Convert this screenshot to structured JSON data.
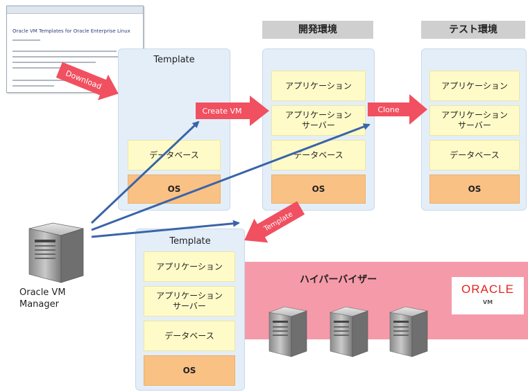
{
  "browser": {
    "page_title": "Oracle VM Templates for Oracle Enterprise Linux"
  },
  "template_panel": {
    "title": "Template",
    "db": "データベース",
    "os": "OS"
  },
  "dev_env": {
    "header": "開発環境",
    "app": "アプリケーション",
    "appserver": "アプリケーション\nサーバー",
    "db": "データベース",
    "os": "OS"
  },
  "test_env": {
    "header": "テスト環境",
    "app": "アプリケーション",
    "appserver": "アプリケーション\nサーバー",
    "db": "データベース",
    "os": "OS"
  },
  "bottom_template": {
    "title": "Template",
    "app": "アプリケーション",
    "appserver": "アプリケーション\nサーバー",
    "db": "データベース",
    "os": "OS"
  },
  "arrows": {
    "download": "Download",
    "create_vm": "Create VM",
    "clone": "Clone",
    "template": "Template"
  },
  "hypervisor": {
    "label": "ハイパーバイザー"
  },
  "oracle_logo": {
    "brand": "ORACLE",
    "product": "VM"
  },
  "manager": {
    "label": "Oracle VM\nManager"
  },
  "colors": {
    "panel": "#e4eef8",
    "yellow_box": "#fffbc8",
    "os_box": "#f9c184",
    "hypervisor": "#f59aa9",
    "arrow_red": "#f05060",
    "arrow_blue": "#3a64a8",
    "header_gray": "#cfcfcf"
  }
}
